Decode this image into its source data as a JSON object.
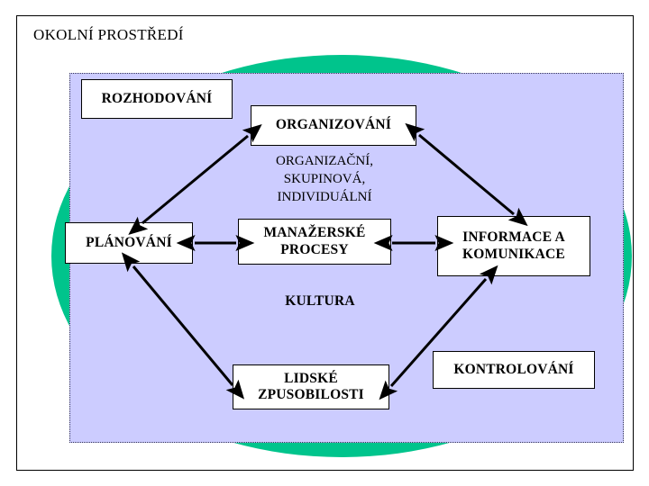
{
  "diagram": {
    "title": "OKOLNÍ PROSTŘEDÍ",
    "environment_rect_color": "#ccccff",
    "ellipse_color": "#00c48c",
    "nodes": [
      {
        "id": "rozhodovani",
        "label": "ROZHODOVÁNÍ"
      },
      {
        "id": "organizovani",
        "label": "ORGANIZOVÁNÍ"
      },
      {
        "id": "planovani",
        "label": "PLÁNOVÁNÍ"
      },
      {
        "id": "manazerske_procesy",
        "label": "MANAŽERSKÉ PROCESY"
      },
      {
        "id": "informace_komunikace",
        "label": "INFORMACE A KOMUNIKACE"
      },
      {
        "id": "lidske_zpusobilosti",
        "label": "LIDSKÉ ZPUSOBILOSTI"
      },
      {
        "id": "kontrolovani",
        "label": "KONTROLOVÁNÍ"
      }
    ],
    "free_labels": [
      {
        "id": "organizacni",
        "line1": "ORGANIZAČNÍ,",
        "line2": "SKUPINOVÁ,",
        "line3": "INDIVIDUÁLNÍ"
      },
      {
        "id": "kultura",
        "label": "KULTURA"
      }
    ],
    "connections": [
      {
        "from": "planovani",
        "to": "organizovani",
        "style": "double-arrow"
      },
      {
        "from": "organizovani",
        "to": "informace_komunikace",
        "style": "double-arrow"
      },
      {
        "from": "planovani",
        "to": "manazerske_procesy",
        "style": "double-arrow"
      },
      {
        "from": "manazerske_procesy",
        "to": "informace_komunikace",
        "style": "double-arrow"
      },
      {
        "from": "planovani",
        "to": "lidske_zpusobilosti",
        "style": "double-arrow"
      },
      {
        "from": "lidske_zpusobilosti",
        "to": "informace_komunikace",
        "style": "double-arrow"
      }
    ]
  }
}
